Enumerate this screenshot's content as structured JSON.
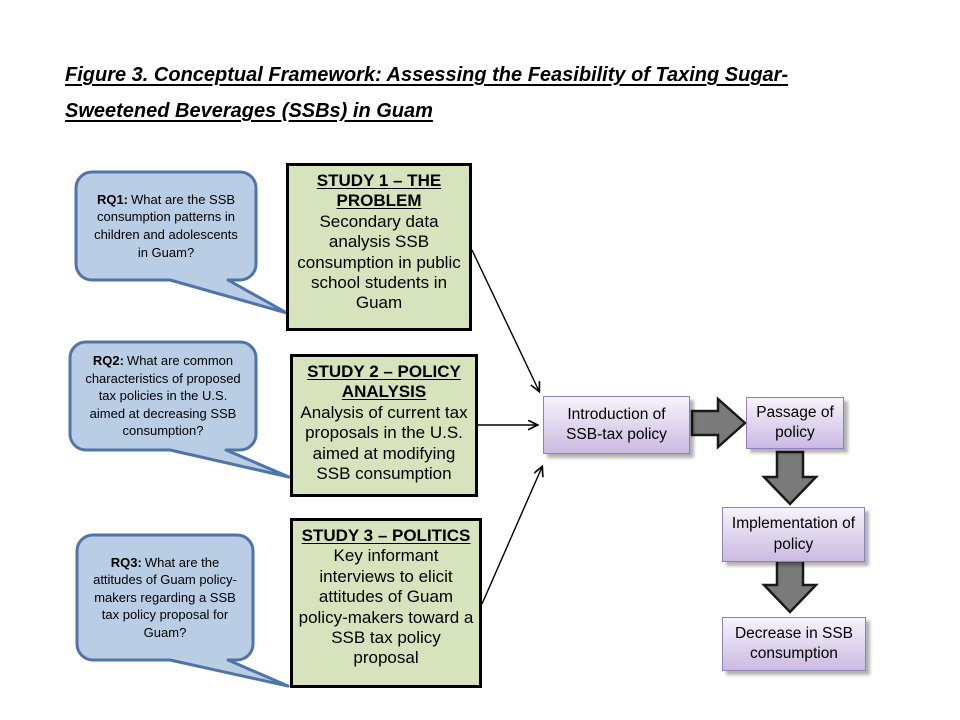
{
  "title": {
    "line1": "Figure 3. Conceptual Framework: Assessing the Feasibility of Taxing Sugar-",
    "line2": "Sweetened Beverages (SSBs) in Guam"
  },
  "bubbles": [
    {
      "label": "RQ1:",
      "text": "What are the SSB consumption patterns in children and adolescents in Guam?"
    },
    {
      "label": "RQ2:",
      "text": "What are common characteristics of proposed tax policies in the U.S. aimed at decreasing SSB consumption?"
    },
    {
      "label": "RQ3:",
      "text": "What are the attitudes of Guam policy-makers regarding a SSB tax policy proposal for Guam?"
    }
  ],
  "studies": [
    {
      "title": "STUDY 1 – THE PROBLEM",
      "body": "Secondary data analysis SSB consumption in public school students in Guam"
    },
    {
      "title": "STUDY 2 – POLICY ANALYSIS",
      "body": "Analysis of current tax proposals in the U.S. aimed at modifying SSB consumption"
    },
    {
      "title": "STUDY 3 – POLITICS",
      "body": "Key informant interviews to elicit attitudes of Guam policy-makers toward a SSB tax policy proposal"
    }
  ],
  "policy_flow": [
    {
      "label": "Introduction of SSB-tax policy"
    },
    {
      "label": "Passage of policy"
    },
    {
      "label": "Implementation of policy"
    },
    {
      "label": "Decrease in SSB consumption"
    }
  ],
  "colors": {
    "bubble_fill": "#b9cde5",
    "bubble_border": "#4f74a8",
    "study_fill": "#d6e3bc",
    "study_border": "#000000",
    "policy_fill_top": "#f7f3fb",
    "policy_fill_bottom": "#cbbae2",
    "policy_border": "#9080b8",
    "block_arrow_fill": "#7a7a7a",
    "block_arrow_border": "#1a1a1a",
    "connector_color": "#000000",
    "title_color": "#000000"
  }
}
